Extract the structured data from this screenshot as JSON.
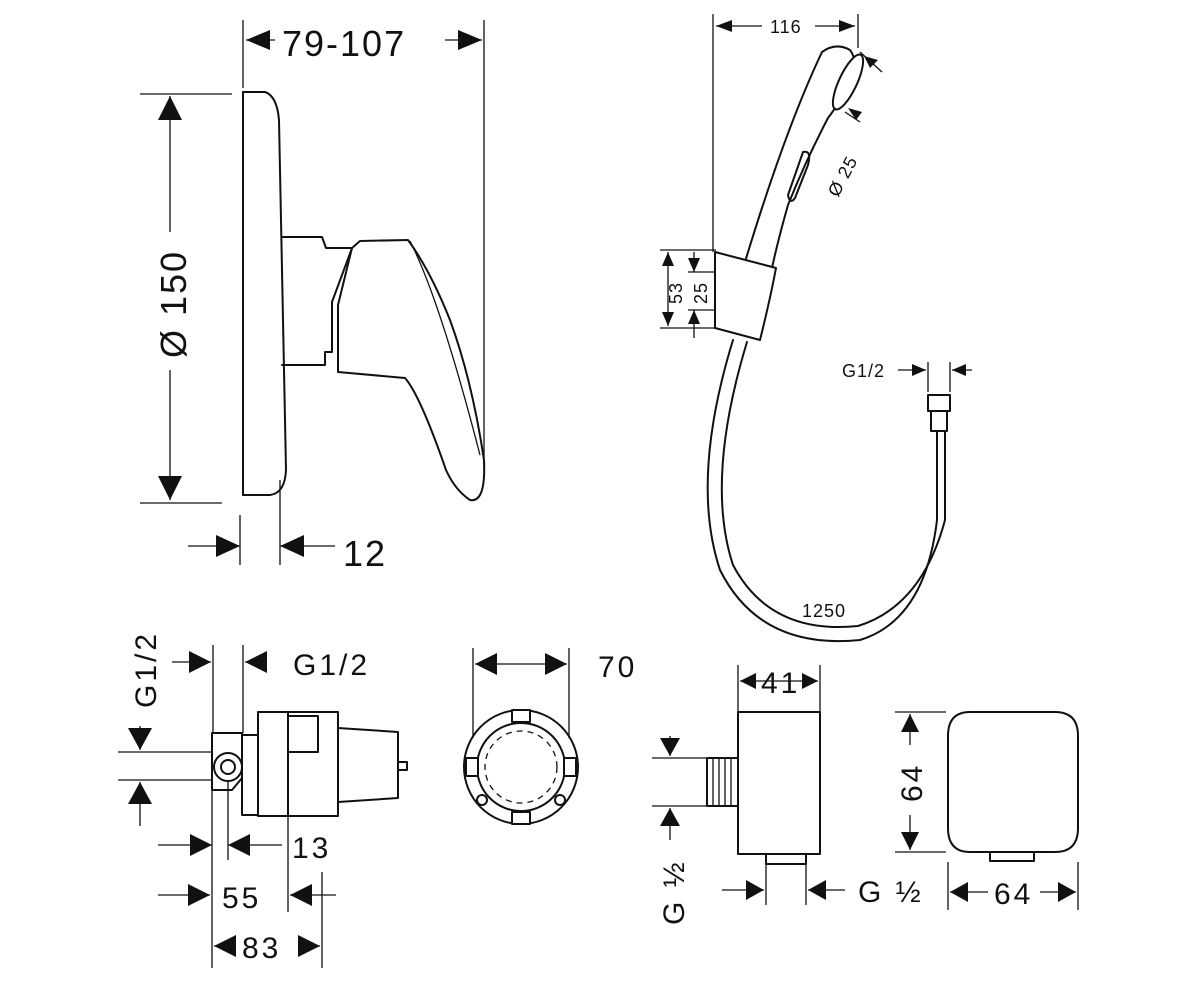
{
  "views": {
    "mixer_side": {
      "depth": "79-107",
      "diameter": "Ø 150",
      "plate": "12"
    },
    "hand_shower": {
      "length": "116",
      "head_diameter": "Ø 25",
      "holder_height": "53",
      "holder_inner": "25",
      "connector": "G1/2",
      "hose_length": "1250"
    },
    "valve_body": {
      "vertical_thread": "G1/2",
      "top_thread": "G1/2",
      "offset_13": "13",
      "dim_55": "55",
      "dim_83": "83"
    },
    "valve_front": {
      "width": "70"
    },
    "outlet_side": {
      "width": "41",
      "thread_left": "G ½",
      "thread_bottom": "G ½"
    },
    "outlet_front": {
      "height": "64",
      "width": "64"
    }
  }
}
